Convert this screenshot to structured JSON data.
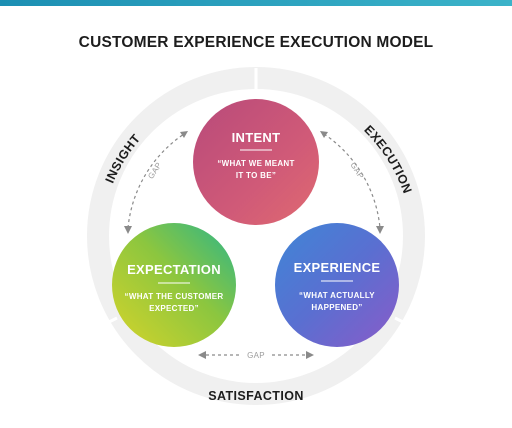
{
  "title": "CUSTOMER EXPERIENCE EXECUTION MODEL",
  "ring_labels": {
    "insight": "INSIGHT",
    "execution": "EXECUTION",
    "satisfaction": "SATISFACTION"
  },
  "gap_label": "GAP",
  "circles": {
    "intent": {
      "title": "INTENT",
      "line1": "“WHAT WE MEANT",
      "line2": "IT TO BE”"
    },
    "expectation": {
      "title": "EXPECTATION",
      "line1": "“WHAT THE CUSTOMER",
      "line2": "EXPECTED”"
    },
    "experience": {
      "title": "EXPERIENCE",
      "line1": "“WHAT ACTUALLY",
      "line2": "HAPPENED”"
    }
  },
  "colors": {
    "accent_bar": "#2aa3c0",
    "intent": "#c4547a",
    "expectation": "#8cc63f",
    "experience": "#5a6fd1",
    "ring": "#f0f0f0"
  }
}
